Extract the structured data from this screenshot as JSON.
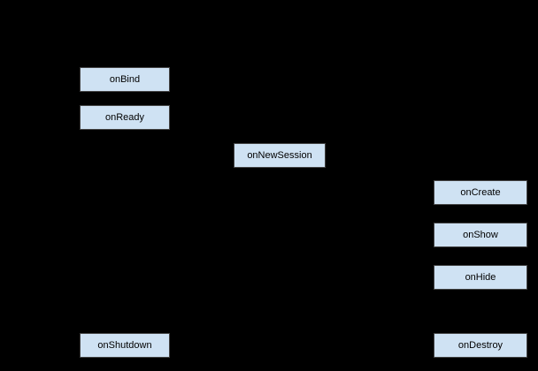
{
  "diagram": {
    "type": "lifecycle-flow",
    "nodes": [
      {
        "id": "onBind",
        "label": "onBind"
      },
      {
        "id": "onReady",
        "label": "onReady"
      },
      {
        "id": "onNewSession",
        "label": "onNewSession"
      },
      {
        "id": "onCreate",
        "label": "onCreate"
      },
      {
        "id": "onShow",
        "label": "onShow"
      },
      {
        "id": "onHide",
        "label": "onHide"
      },
      {
        "id": "onShutdown",
        "label": "onShutdown"
      },
      {
        "id": "onDestroy",
        "label": "onDestroy"
      }
    ]
  },
  "colors": {
    "background": "#000000",
    "node_fill": "#cfe2f3",
    "node_border": "#434343",
    "node_text": "#000000"
  }
}
